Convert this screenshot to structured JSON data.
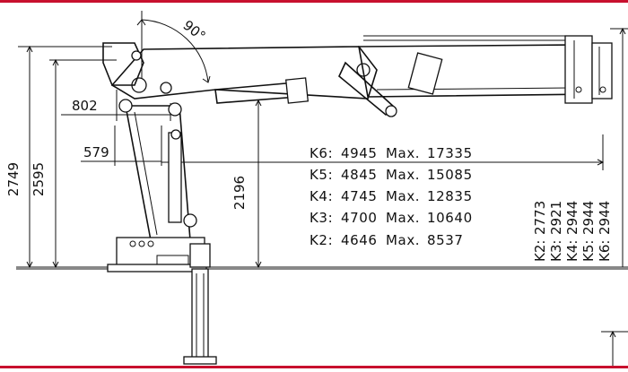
{
  "colors": {
    "accent": "#c8102e",
    "line": "#111111",
    "background": "#ffffff"
  },
  "angle_label": "90°",
  "dimensions": {
    "left_outer": "2749",
    "left_inner": "2595",
    "offset_upper": "802",
    "offset_lower": "579",
    "column_height": "2196"
  },
  "reach_table": [
    {
      "model": "K6:",
      "value": "4945",
      "max_label": "Max.",
      "max_value": "17335"
    },
    {
      "model": "K5:",
      "value": "4845",
      "max_label": "Max.",
      "max_value": "15085"
    },
    {
      "model": "K4:",
      "value": "4745",
      "max_label": "Max.",
      "max_value": "12835"
    },
    {
      "model": "K3:",
      "value": "4700",
      "max_label": "Max.",
      "max_value": "10640"
    },
    {
      "model": "K2:",
      "value": "4646",
      "max_label": "Max.",
      "max_value": "8537"
    }
  ],
  "vertical_table": [
    {
      "model": "K2:",
      "value": "2773"
    },
    {
      "model": "K3:",
      "value": "2921"
    },
    {
      "model": "K4:",
      "value": "2944"
    },
    {
      "model": "K5:",
      "value": "2944"
    },
    {
      "model": "K6:",
      "value": "2944"
    }
  ]
}
